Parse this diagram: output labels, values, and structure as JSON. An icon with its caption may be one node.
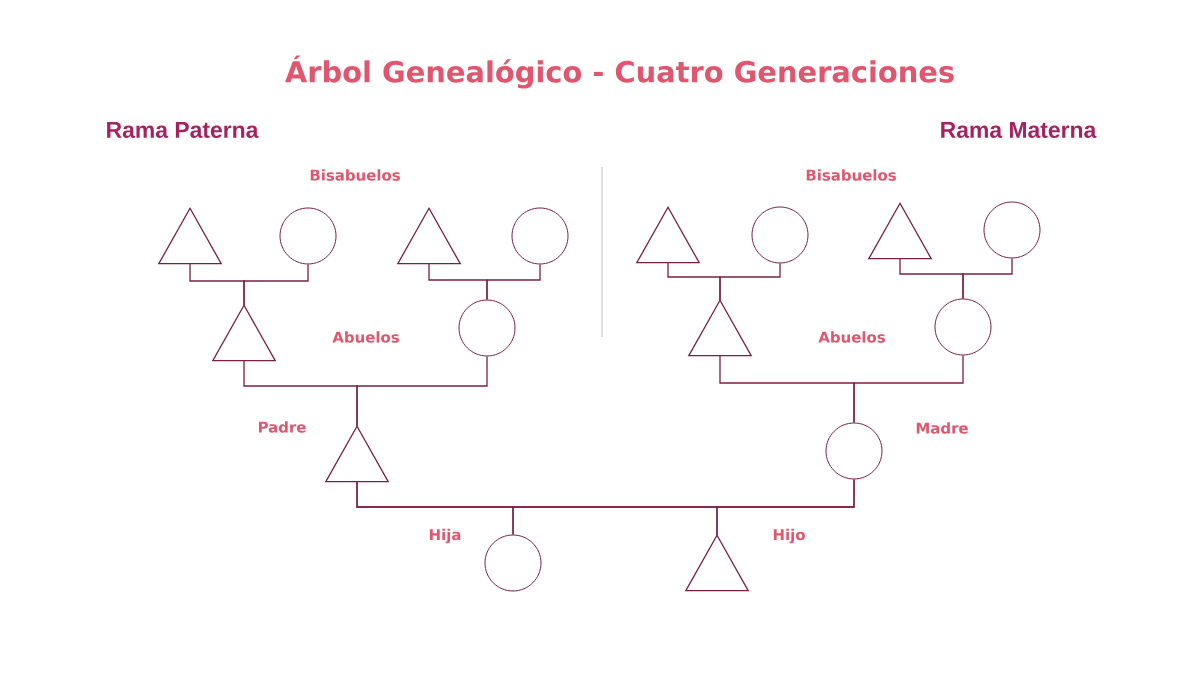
{
  "diagram": {
    "title": "Árbol Genealógico - Cuatro Generaciones",
    "nodes": [
      {
        "text": [],
        "shape": "triangle"
      },
      {
        "text": [],
        "shape": "circle"
      },
      {
        "text": [],
        "shape": "triangle"
      },
      {
        "text": [],
        "shape": "circle"
      },
      {
        "text": [],
        "shape": "triangle"
      },
      {
        "text": [],
        "shape": "circle"
      },
      {
        "text": [],
        "shape": "triangle"
      },
      {
        "text": [],
        "shape": "circle"
      },
      {
        "text": [],
        "shape": "triangle"
      },
      {
        "text": [],
        "shape": "circle"
      },
      {
        "text": [],
        "shape": "triangle"
      },
      {
        "text": [],
        "shape": "circle"
      },
      {
        "text": [],
        "shape": "triangle",
        "beside": [
          "Padre"
        ]
      },
      {
        "text": [],
        "shape": "circle",
        "beside": [
          "Madre"
        ]
      },
      {
        "text": [],
        "shape": "circle",
        "beside": [
          "Hija"
        ]
      },
      {
        "text": [],
        "shape": "triangle",
        "beside": [
          "Hijo"
        ]
      }
    ],
    "edges": [
      {
        "from": 0,
        "to": 8,
        "arrow": "none"
      },
      {
        "from": 1,
        "to": 8,
        "arrow": "none"
      },
      {
        "from": 2,
        "to": 9,
        "arrow": "none"
      },
      {
        "from": 3,
        "to": 9,
        "arrow": "none"
      },
      {
        "from": 4,
        "to": 10,
        "arrow": "none"
      },
      {
        "from": 5,
        "to": 10,
        "arrow": "none"
      },
      {
        "from": 6,
        "to": 11,
        "arrow": "none"
      },
      {
        "from": 7,
        "to": 11,
        "arrow": "none"
      },
      {
        "from": 8,
        "to": 12,
        "arrow": "none"
      },
      {
        "from": 9,
        "to": 12,
        "arrow": "none"
      },
      {
        "from": 10,
        "to": 13,
        "arrow": "none"
      },
      {
        "from": 11,
        "to": 13,
        "arrow": "none"
      },
      {
        "from": 12,
        "to": 14,
        "arrow": "none"
      },
      {
        "from": 13,
        "to": 14,
        "arrow": "none"
      },
      {
        "from": 12,
        "to": 15,
        "arrow": "none"
      },
      {
        "from": 13,
        "to": 15,
        "arrow": "none"
      }
    ],
    "labels": [
      "Rama Paterna",
      "Rama Materna",
      "Bisabuelos",
      "Bisabuelos",
      "Abuelos",
      "Abuelos"
    ]
  }
}
